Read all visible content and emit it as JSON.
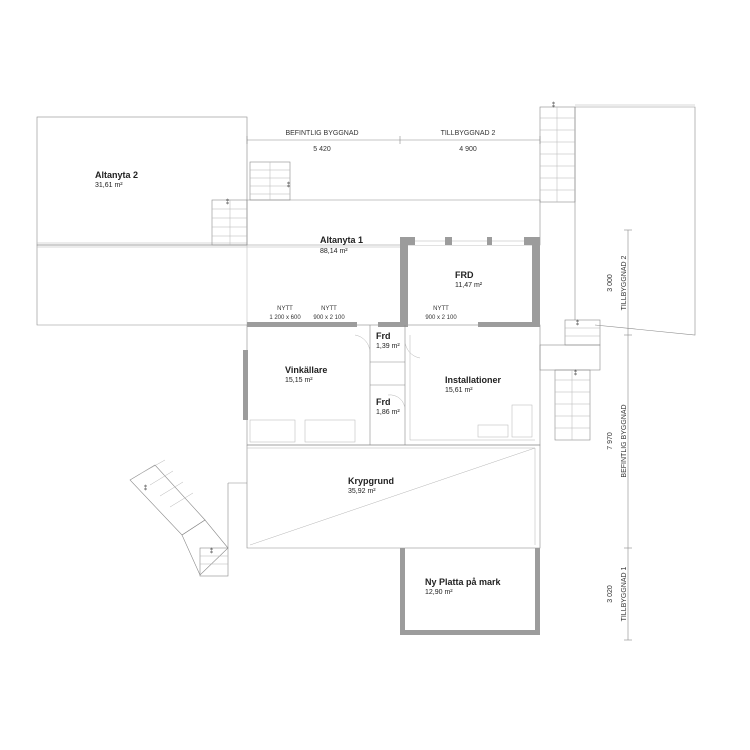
{
  "rooms": {
    "altanyta2": {
      "name": "Altanyta 2",
      "area": "31,61 m²"
    },
    "altanyta1": {
      "name": "Altanyta 1",
      "area": "88,14 m²"
    },
    "frd_top": {
      "name": "FRD",
      "area": "11,47 m²"
    },
    "frd_small1": {
      "name": "Frd",
      "area": "1,39 m²"
    },
    "vinkallare": {
      "name": "Vinkällare",
      "area": "15,15 m²"
    },
    "installationer": {
      "name": "Installationer",
      "area": "15,61 m²"
    },
    "frd_small2": {
      "name": "Frd",
      "area": "1,86 m²"
    },
    "krypgrund": {
      "name": "Krypgrund",
      "area": "35,92 m²"
    },
    "ny_platta": {
      "name": "Ny Platta på mark",
      "area": "12,90 m²"
    }
  },
  "top_dimensions": {
    "befintlig_label": "BEFINTLIG BYGGNAD",
    "befintlig_value": "5 420",
    "tillbyggnad_label": "TILLBYGGNAD 2",
    "tillbyggnad_value": "4 900"
  },
  "right_dimensions": {
    "tillbyggnad2_label": "TILLBYGGNAD 2",
    "tillbyggnad2_value": "3 000",
    "befintlig_label": "BEFINTLIG BYGGNAD",
    "befintlig_value": "7 970",
    "tillbyggnad1_label": "TILLBYGGNAD 1",
    "tillbyggnad1_value": "3 020"
  },
  "openings": [
    {
      "tag": "NYTT",
      "size": "1 200 x 600"
    },
    {
      "tag": "NYTT",
      "size": "900 x 2 100"
    },
    {
      "tag": "NYTT",
      "size": "900 x 2 100"
    }
  ]
}
